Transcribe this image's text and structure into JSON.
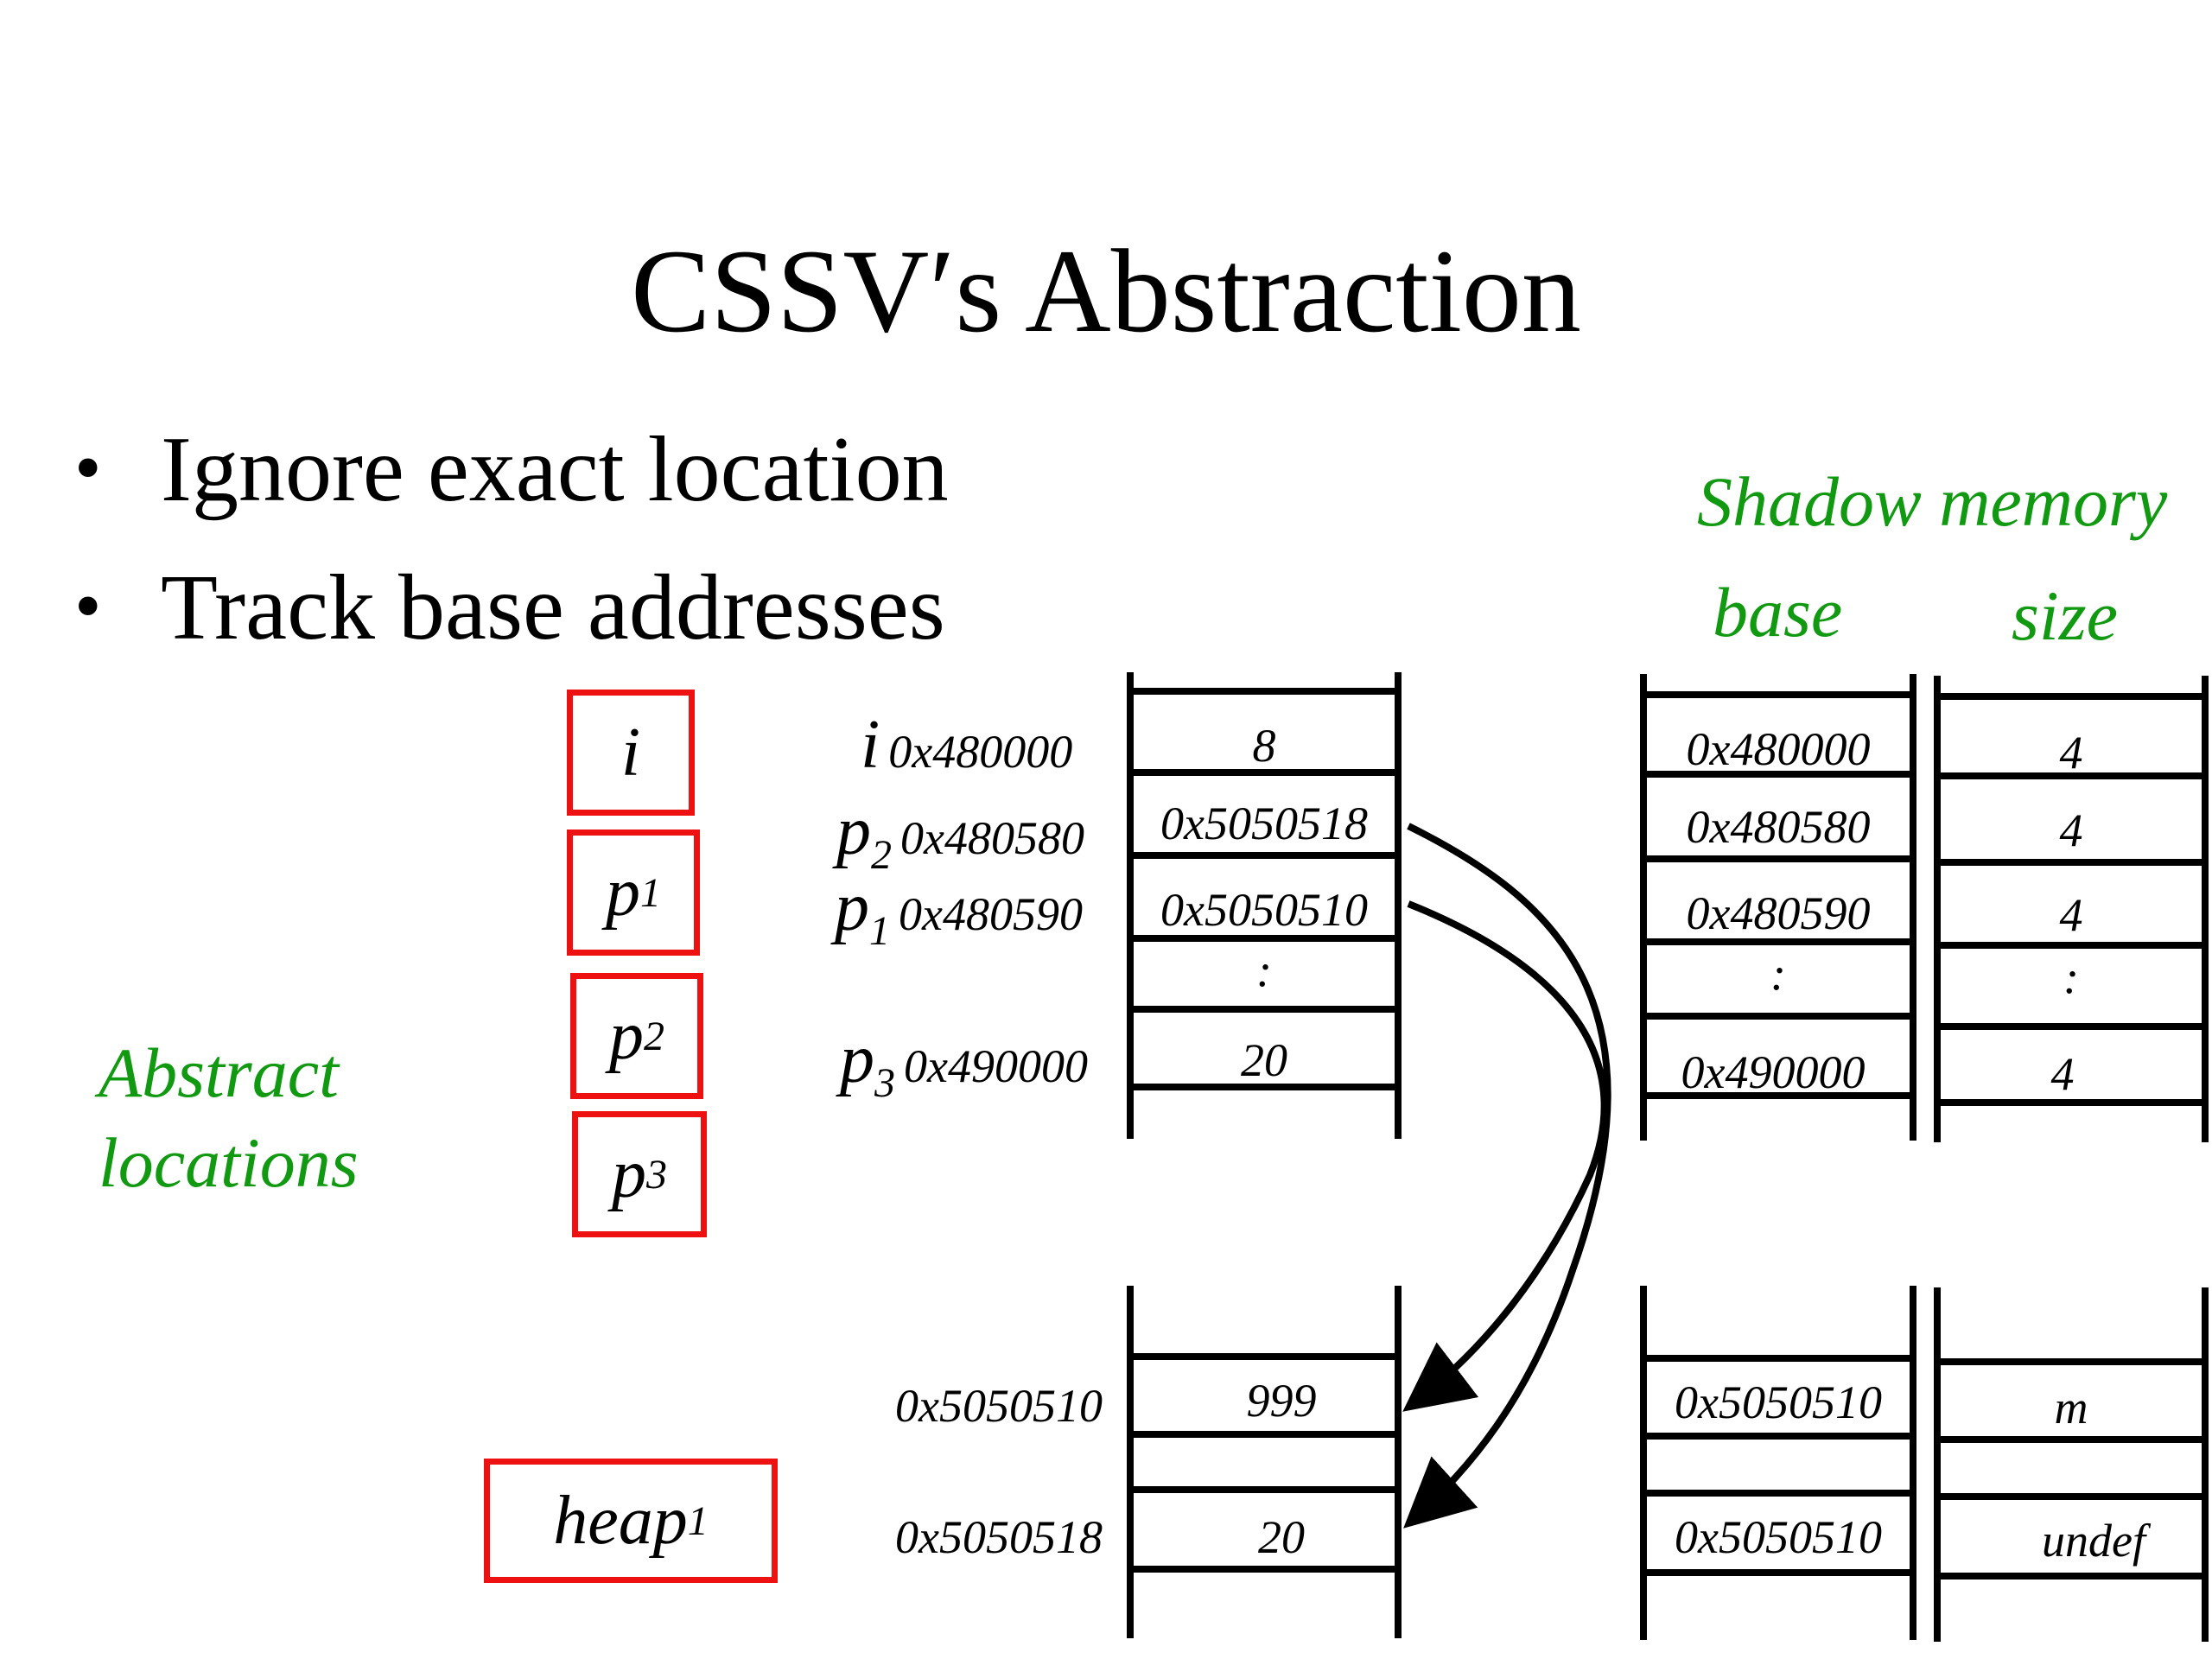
{
  "title": "CSSV′s Abstraction",
  "bullets": [
    "Ignore exact location",
    "Track base addresses"
  ],
  "labels": {
    "shadow_memory": "Shadow memory",
    "base": "base",
    "size": "size",
    "abstract_locations_line1": "Abstract",
    "abstract_locations_line2": "locations"
  },
  "abstract_boxes": [
    {
      "name": "i",
      "sub": ""
    },
    {
      "name": "p",
      "sub": "1"
    },
    {
      "name": "p",
      "sub": "2"
    },
    {
      "name": "p",
      "sub": "3"
    },
    {
      "name": "heap",
      "sub": "1"
    }
  ],
  "memory_rows": [
    {
      "var": "i",
      "sub": "",
      "address": "0x480000",
      "value": "8",
      "shadow_base": "0x480000",
      "shadow_size": "4"
    },
    {
      "var": "p",
      "sub": "2",
      "address": "0x480580",
      "value": "0x5050518",
      "shadow_base": "0x480580",
      "shadow_size": "4"
    },
    {
      "var": "p",
      "sub": "1",
      "address": "0x480590",
      "value": "0x5050510",
      "shadow_base": "0x480590",
      "shadow_size": "4"
    },
    {
      "var": "p",
      "sub": "3",
      "address": "0x490000",
      "value": "20",
      "shadow_base": "0x490000",
      "shadow_size": "4"
    }
  ],
  "ellipsis": ":",
  "heap_rows": [
    {
      "address": "0x5050510",
      "value": "999",
      "shadow_base": "0x5050510",
      "shadow_size": "m"
    },
    {
      "address": "0x5050518",
      "value": "20",
      "shadow_base": "0x5050510",
      "shadow_size": "undef"
    }
  ],
  "colors": {
    "accent_green": "#119911",
    "box_red": "#ee1111",
    "ink": "#000000"
  }
}
